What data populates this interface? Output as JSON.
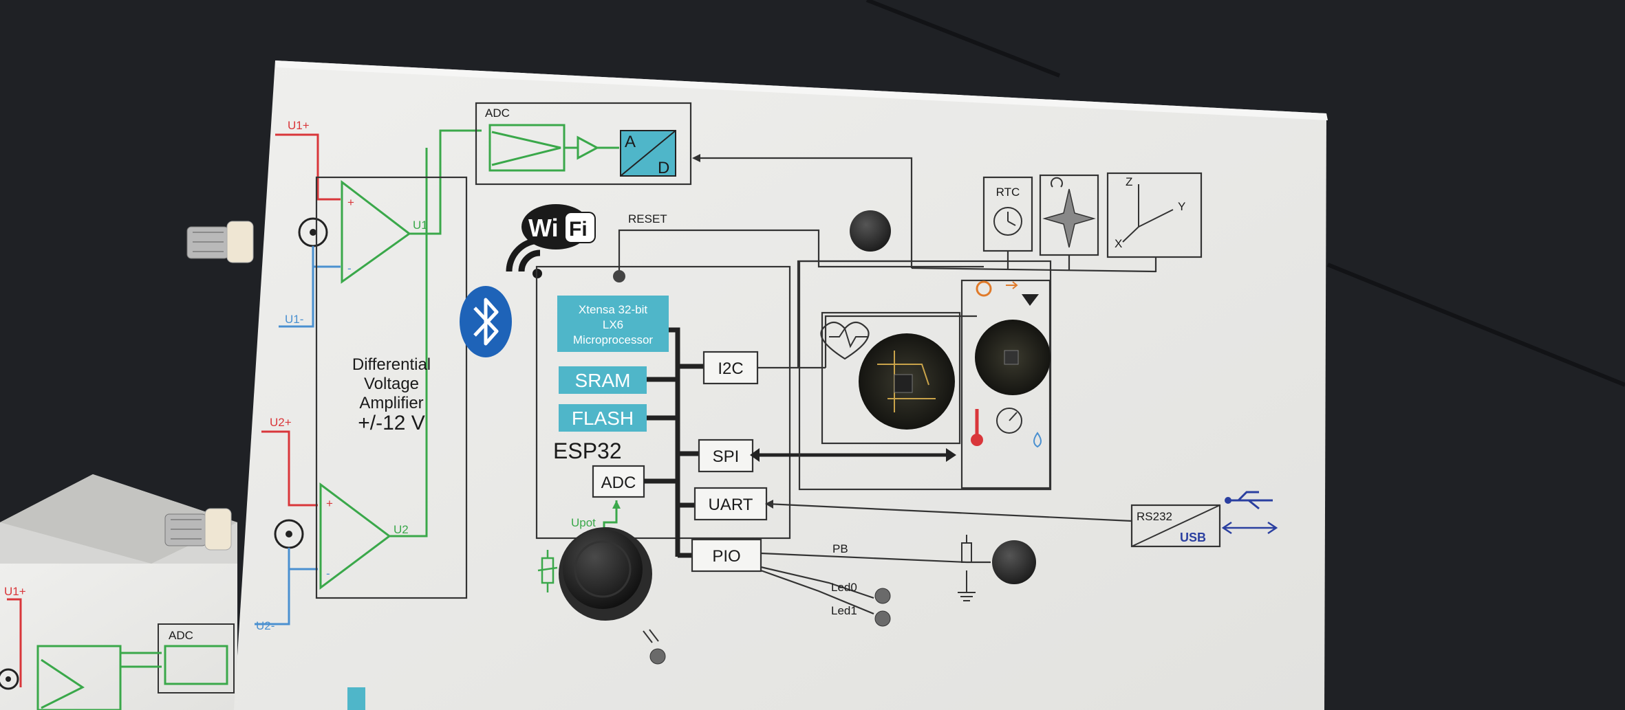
{
  "board": {
    "adc_top": "ADC",
    "adc_a": "A",
    "adc_d": "D",
    "reset": "RESET",
    "wifi_wi": "Wi",
    "wifi_fi": "Fi",
    "u1_plus": "U1+",
    "u1_minus": "U1-",
    "u1_out": "U1",
    "u2_plus": "U2+",
    "u2_minus": "U2-",
    "u2_out": "U2",
    "amp_line1": "Differential",
    "amp_line2": "Voltage",
    "amp_line3": "Amplifier",
    "amp_line4": "+/-12 V",
    "cpu_line1": "Xtensa 32-bit",
    "cpu_line2": "LX6",
    "cpu_line3": "Microprocessor",
    "sram": "SRAM",
    "flash": "FLASH",
    "esp32": "ESP32",
    "adc_small": "ADC",
    "upot": "Upot",
    "i2c": "I2C",
    "spi": "SPI",
    "uart": "UART",
    "pio": "PIO",
    "pb": "PB",
    "led0": "Led0",
    "led1": "Led1",
    "rtc": "RTC",
    "rs232": "RS232",
    "usb": "USB",
    "axis_z": "Z",
    "axis_y": "Y",
    "axis_x": "X"
  },
  "second_board": {
    "u1_plus": "U1+",
    "adc": "ADC"
  },
  "colors": {
    "background": "#1f2125",
    "panel": "#ebebea",
    "chip": "#4fb6c9",
    "signal_green": "#3aa84a",
    "positive_red": "#d9363a",
    "negative_blue": "#4a90d0",
    "bluetooth": "#1e63b8",
    "usb_text": "#2a3fa0"
  }
}
